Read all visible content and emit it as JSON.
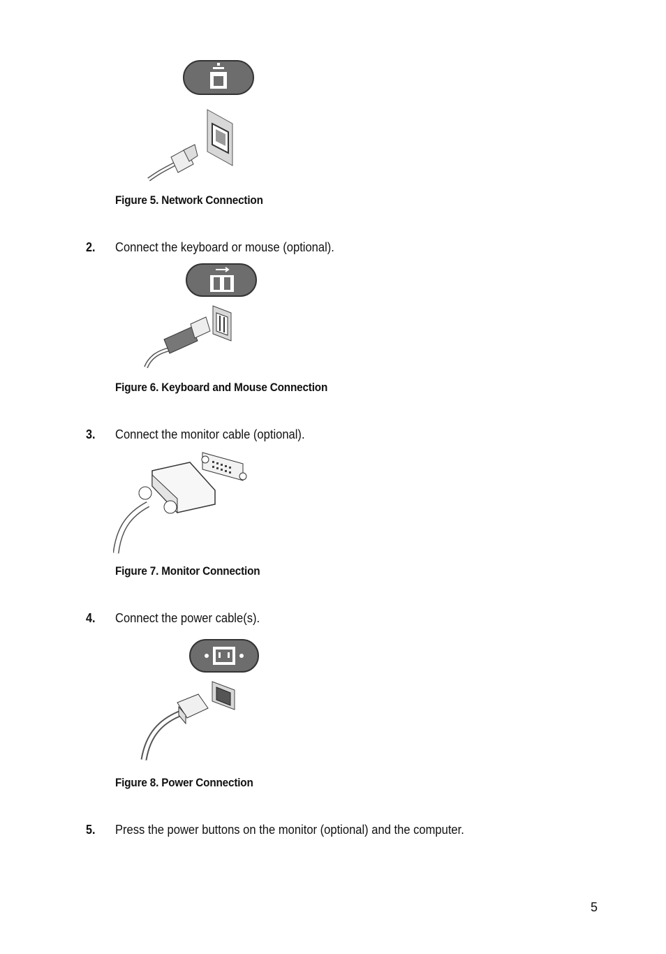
{
  "figures": [
    {
      "caption": "Figure 5. Network Connection",
      "icon": "network-port-icon"
    },
    {
      "caption": "Figure 6. Keyboard and Mouse Connection",
      "icon": "usb-port-icon"
    },
    {
      "caption": "Figure 7. Monitor Connection",
      "icon": "dvi-connector-icon"
    },
    {
      "caption": "Figure 8. Power Connection",
      "icon": "power-port-icon"
    }
  ],
  "steps": [
    {
      "number": "2.",
      "text": "Connect the keyboard or mouse (optional)."
    },
    {
      "number": "3.",
      "text": "Connect the monitor cable (optional)."
    },
    {
      "number": "4.",
      "text": "Connect the power cable(s)."
    },
    {
      "number": "5.",
      "text": "Press the power buttons on the monitor (optional) and the computer."
    }
  ],
  "page_number": "5"
}
